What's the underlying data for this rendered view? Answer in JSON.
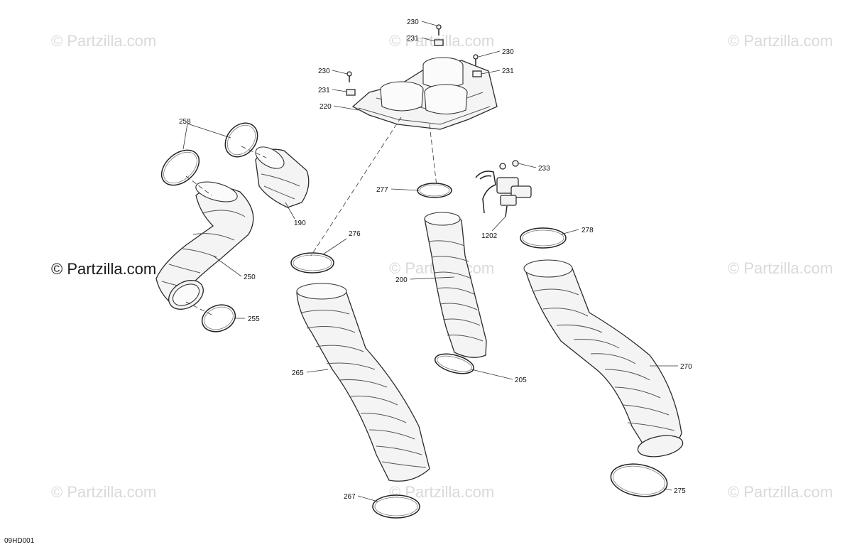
{
  "watermark_text": "© Partzilla.com",
  "drawing_code": "09HD001",
  "callouts": {
    "c230a": "230",
    "c231a": "231",
    "c230b": "230",
    "c231b": "231",
    "c230c": "230",
    "c231c": "231",
    "c220": "220",
    "c258": "258",
    "c190": "190",
    "c250": "250",
    "c255": "255",
    "c277": "277",
    "c233": "233",
    "c1202": "1202",
    "c276": "276",
    "c278": "278",
    "c200": "200",
    "c205": "205",
    "c265": "265",
    "c270": "270",
    "c267": "267",
    "c275": "275"
  }
}
